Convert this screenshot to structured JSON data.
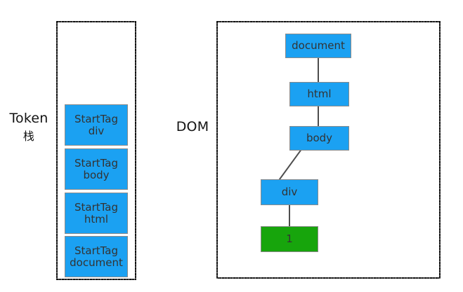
{
  "diagram": {
    "type": "html-parser-token-stack-and-dom-tree",
    "background": "#ffffff",
    "colors": {
      "node_blue": "#1ba1f2",
      "node_green": "#17a50c",
      "node_border": "#8a8a8a",
      "connector": "#4d4d4d",
      "panel_border": "#101010",
      "text": "#333333",
      "label_text": "#131313"
    }
  },
  "left_panel": {
    "label_line1": "Token",
    "label_line2": "栈",
    "stack_items": [
      {
        "line1": "StartTag",
        "line2": "div",
        "color": "blue"
      },
      {
        "line1": "StartTag",
        "line2": "body",
        "color": "blue"
      },
      {
        "line1": "StartTag",
        "line2": "html",
        "color": "blue"
      },
      {
        "line1": "StartTag",
        "line2": "document",
        "color": "blue"
      }
    ]
  },
  "right_panel": {
    "label": "DOM",
    "nodes": [
      {
        "id": "document",
        "label": "document",
        "color": "blue"
      },
      {
        "id": "html",
        "label": "html",
        "color": "blue"
      },
      {
        "id": "body",
        "label": "body",
        "color": "blue"
      },
      {
        "id": "div",
        "label": "div",
        "color": "blue"
      },
      {
        "id": "text1",
        "label": "1",
        "color": "green"
      }
    ],
    "edges": [
      {
        "from": "document",
        "to": "html"
      },
      {
        "from": "html",
        "to": "body"
      },
      {
        "from": "body",
        "to": "div"
      },
      {
        "from": "div",
        "to": "text1"
      }
    ]
  }
}
